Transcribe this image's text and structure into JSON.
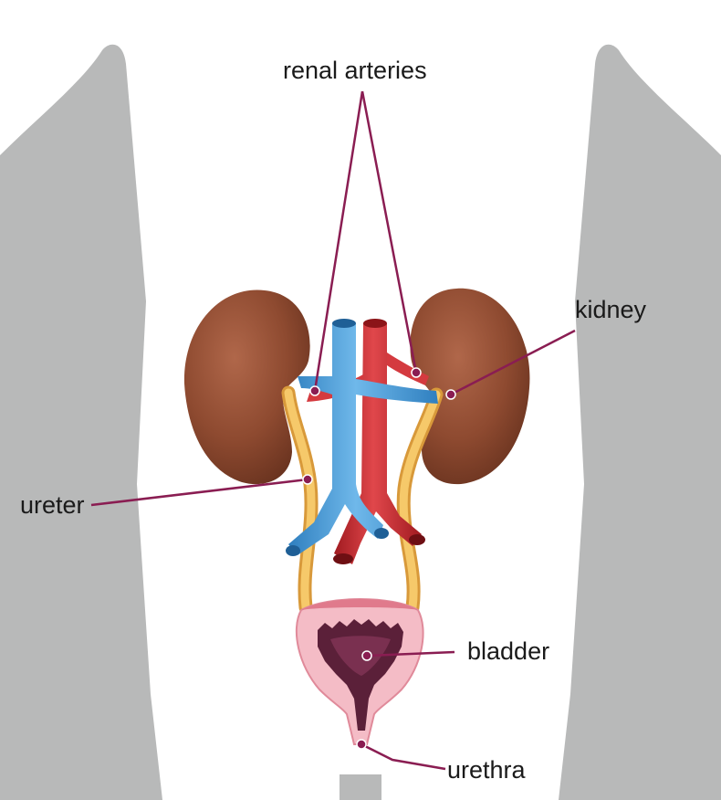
{
  "diagram": {
    "labels": {
      "renal_arteries": "renal arteries",
      "kidney": "kidney",
      "ureter": "ureter",
      "bladder": "bladder",
      "urethra": "urethra"
    },
    "colors": {
      "background": "#ffffff",
      "body": "#b8b9b9",
      "kidney": "#8e4a30",
      "artery": "#c8262c",
      "vein": "#4a9fd8",
      "ureter": "#f2c063",
      "bladder_wall": "#f2b6c0",
      "bladder_inner": "#5b2039",
      "leader_line": "#8a1d52"
    }
  }
}
